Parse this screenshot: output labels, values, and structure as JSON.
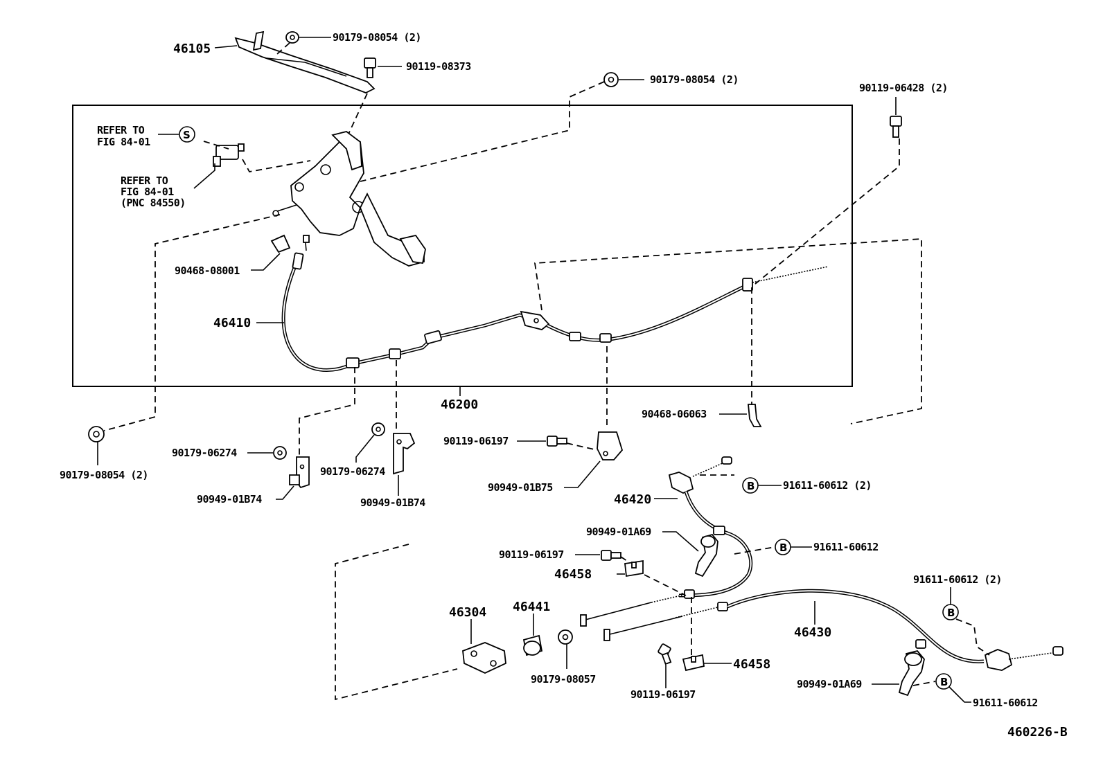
{
  "labels": {
    "p46105": "46105",
    "p90179_08054_a": "90179-08054 (2)",
    "p90119_08373": "90119-08373",
    "p90179_08054_b": "90179-08054 (2)",
    "p90119_06428": "90119-06428 (2)",
    "refer1_line1": "REFER TO",
    "refer1_line2": "FIG 84-01",
    "refer2_line1": "REFER TO",
    "refer2_line2": "FIG 84-01",
    "refer2_line3": "(PNC 84550)",
    "p90468_08001": "90468-08001",
    "p46410": "46410",
    "p46200": "46200",
    "p90468_06063": "90468-06063",
    "p90179_08054_c": "90179-08054 (2)",
    "p90179_06274_a": "90179-06274",
    "p90179_06274_b": "90179-06274",
    "p90949_01B74_a": "90949-01B74",
    "p90949_01B74_b": "90949-01B74",
    "p90119_06197_a": "90119-06197",
    "p90949_01B75": "90949-01B75",
    "p91611_60612_a": "91611-60612 (2)",
    "p46420": "46420",
    "p90949_01A69_a": "90949-01A69",
    "p91611_60612_b": "91611-60612",
    "p90119_06197_b": "90119-06197",
    "p46458_a": "46458",
    "p91611_60612_c": "91611-60612 (2)",
    "p46304": "46304",
    "p46441": "46441",
    "p46430": "46430",
    "p90179_08057": "90179-08057",
    "p90119_06197_c": "90119-06197",
    "p46458_b": "46458",
    "p90949_01A69_b": "90949-01A69",
    "p91611_60612_d": "91611-60612",
    "figure_id": "460226-B"
  },
  "callouts": {
    "S": "S",
    "B": "B"
  }
}
